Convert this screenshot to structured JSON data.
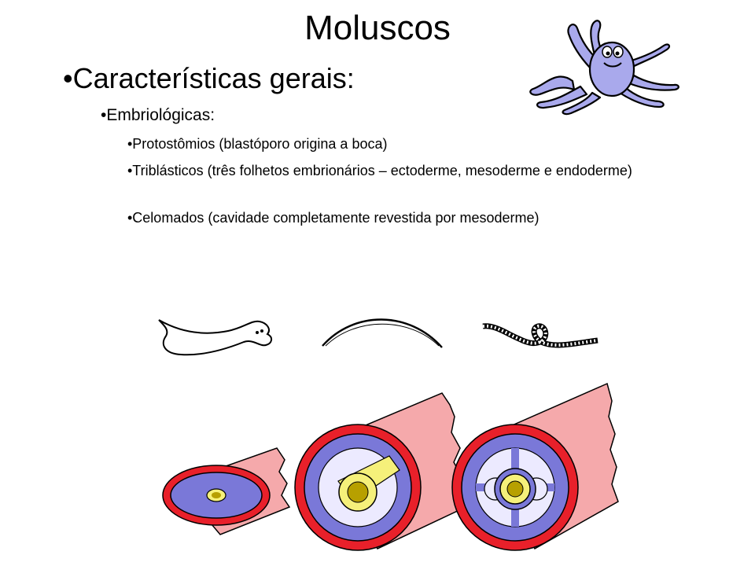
{
  "slide": {
    "title": "Moluscos",
    "heading": "•Características gerais:",
    "subheading": "•Embriológicas:",
    "items": [
      "•Protostômios (blastóporo origina a boca)",
      "•Triblásticos (três folhetos embrionários – ectoderme, mesoderme e endoderme)",
      "•Celomados (cavidade completamente revestida por mesoderme)"
    ]
  },
  "illustrations": {
    "octopus": "octopus-cartoon",
    "animals": [
      "flatworm",
      "roundworm",
      "earthworm"
    ],
    "cross_sections": [
      "acoelomate",
      "pseudocoelomate",
      "coelomate"
    ],
    "colors": {
      "ectoderm": "#f5a9ab",
      "muscle_ring": "#e8202a",
      "mesoderm": "#7a78d8",
      "endoderm": "#f5f07a",
      "octopus": "#a9a9ec"
    }
  }
}
